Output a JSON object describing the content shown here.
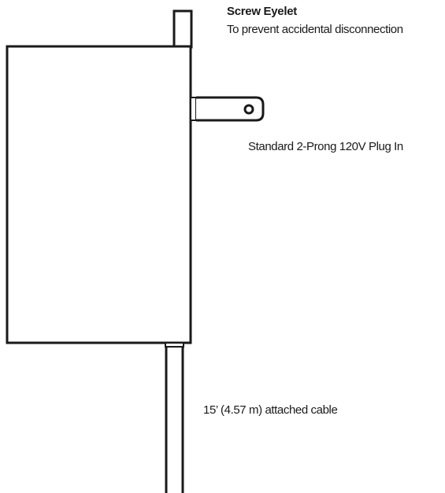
{
  "labels": {
    "screw_eyelet_title": "Screw Eyelet",
    "screw_eyelet_description": "To prevent accidental disconnection",
    "plug": "Standard 2-Prong 120V Plug In",
    "cable": "15’ (4.57 m) attached cable"
  },
  "colors": {
    "stroke": "#1a1a1a",
    "background": "#ffffff"
  }
}
